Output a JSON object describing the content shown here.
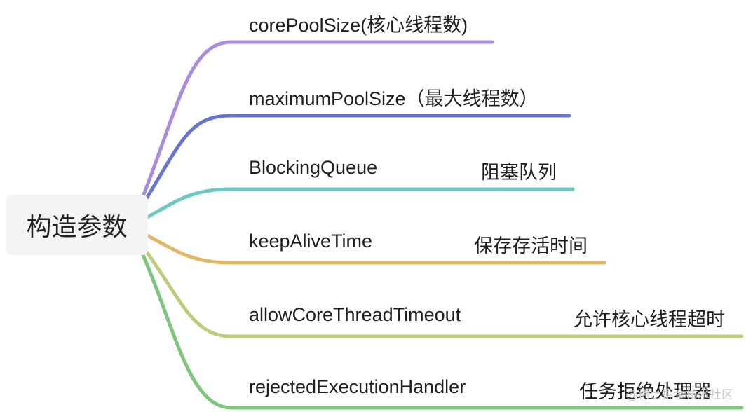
{
  "root": {
    "label": "构造参数"
  },
  "branches": [
    {
      "name": "corePoolSize(核心线程数)",
      "desc": "",
      "color": "#a98be0"
    },
    {
      "name": "maximumPoolSize（最大线程数）",
      "desc": "",
      "color": "#6676d0"
    },
    {
      "name": "BlockingQueue",
      "desc": "阻塞队列",
      "color": "#6cc8c4"
    },
    {
      "name": "keepAliveTime",
      "desc": "保存存活时间",
      "color": "#e2b662"
    },
    {
      "name": "allowCoreThreadTimeout",
      "desc": "允许核心线程超时",
      "color": "#bfcb7c"
    },
    {
      "name": "rejectedExecutionHandler",
      "desc": "任务拒绝处理器",
      "color": "#7cc67e"
    }
  ],
  "watermark": "@稀土掘金技术社区"
}
